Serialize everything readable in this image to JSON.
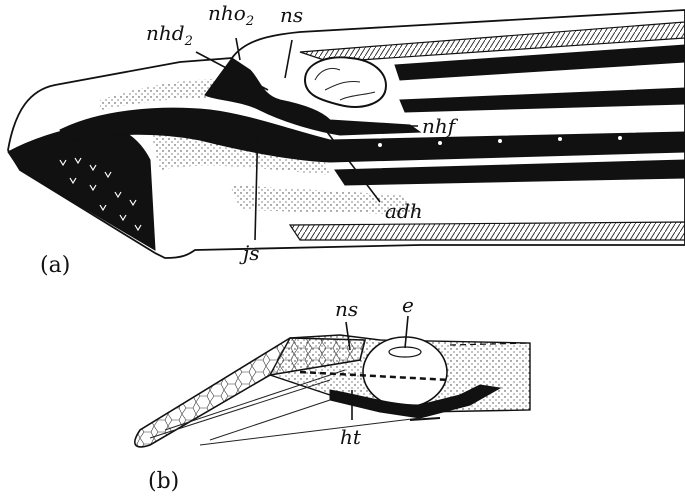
{
  "figure": {
    "panel_a": {
      "panel_label": "(a)",
      "labels": {
        "nhd2": {
          "base": "nhd",
          "sub": "2"
        },
        "nho2": {
          "base": "nho",
          "sub": "2"
        },
        "ns": "ns",
        "nhf": "nhf",
        "adh": "adh",
        "js": "js"
      }
    },
    "panel_b": {
      "panel_label": "(b)",
      "labels": {
        "ns": "ns",
        "e": "e",
        "ht": "ht"
      }
    }
  }
}
